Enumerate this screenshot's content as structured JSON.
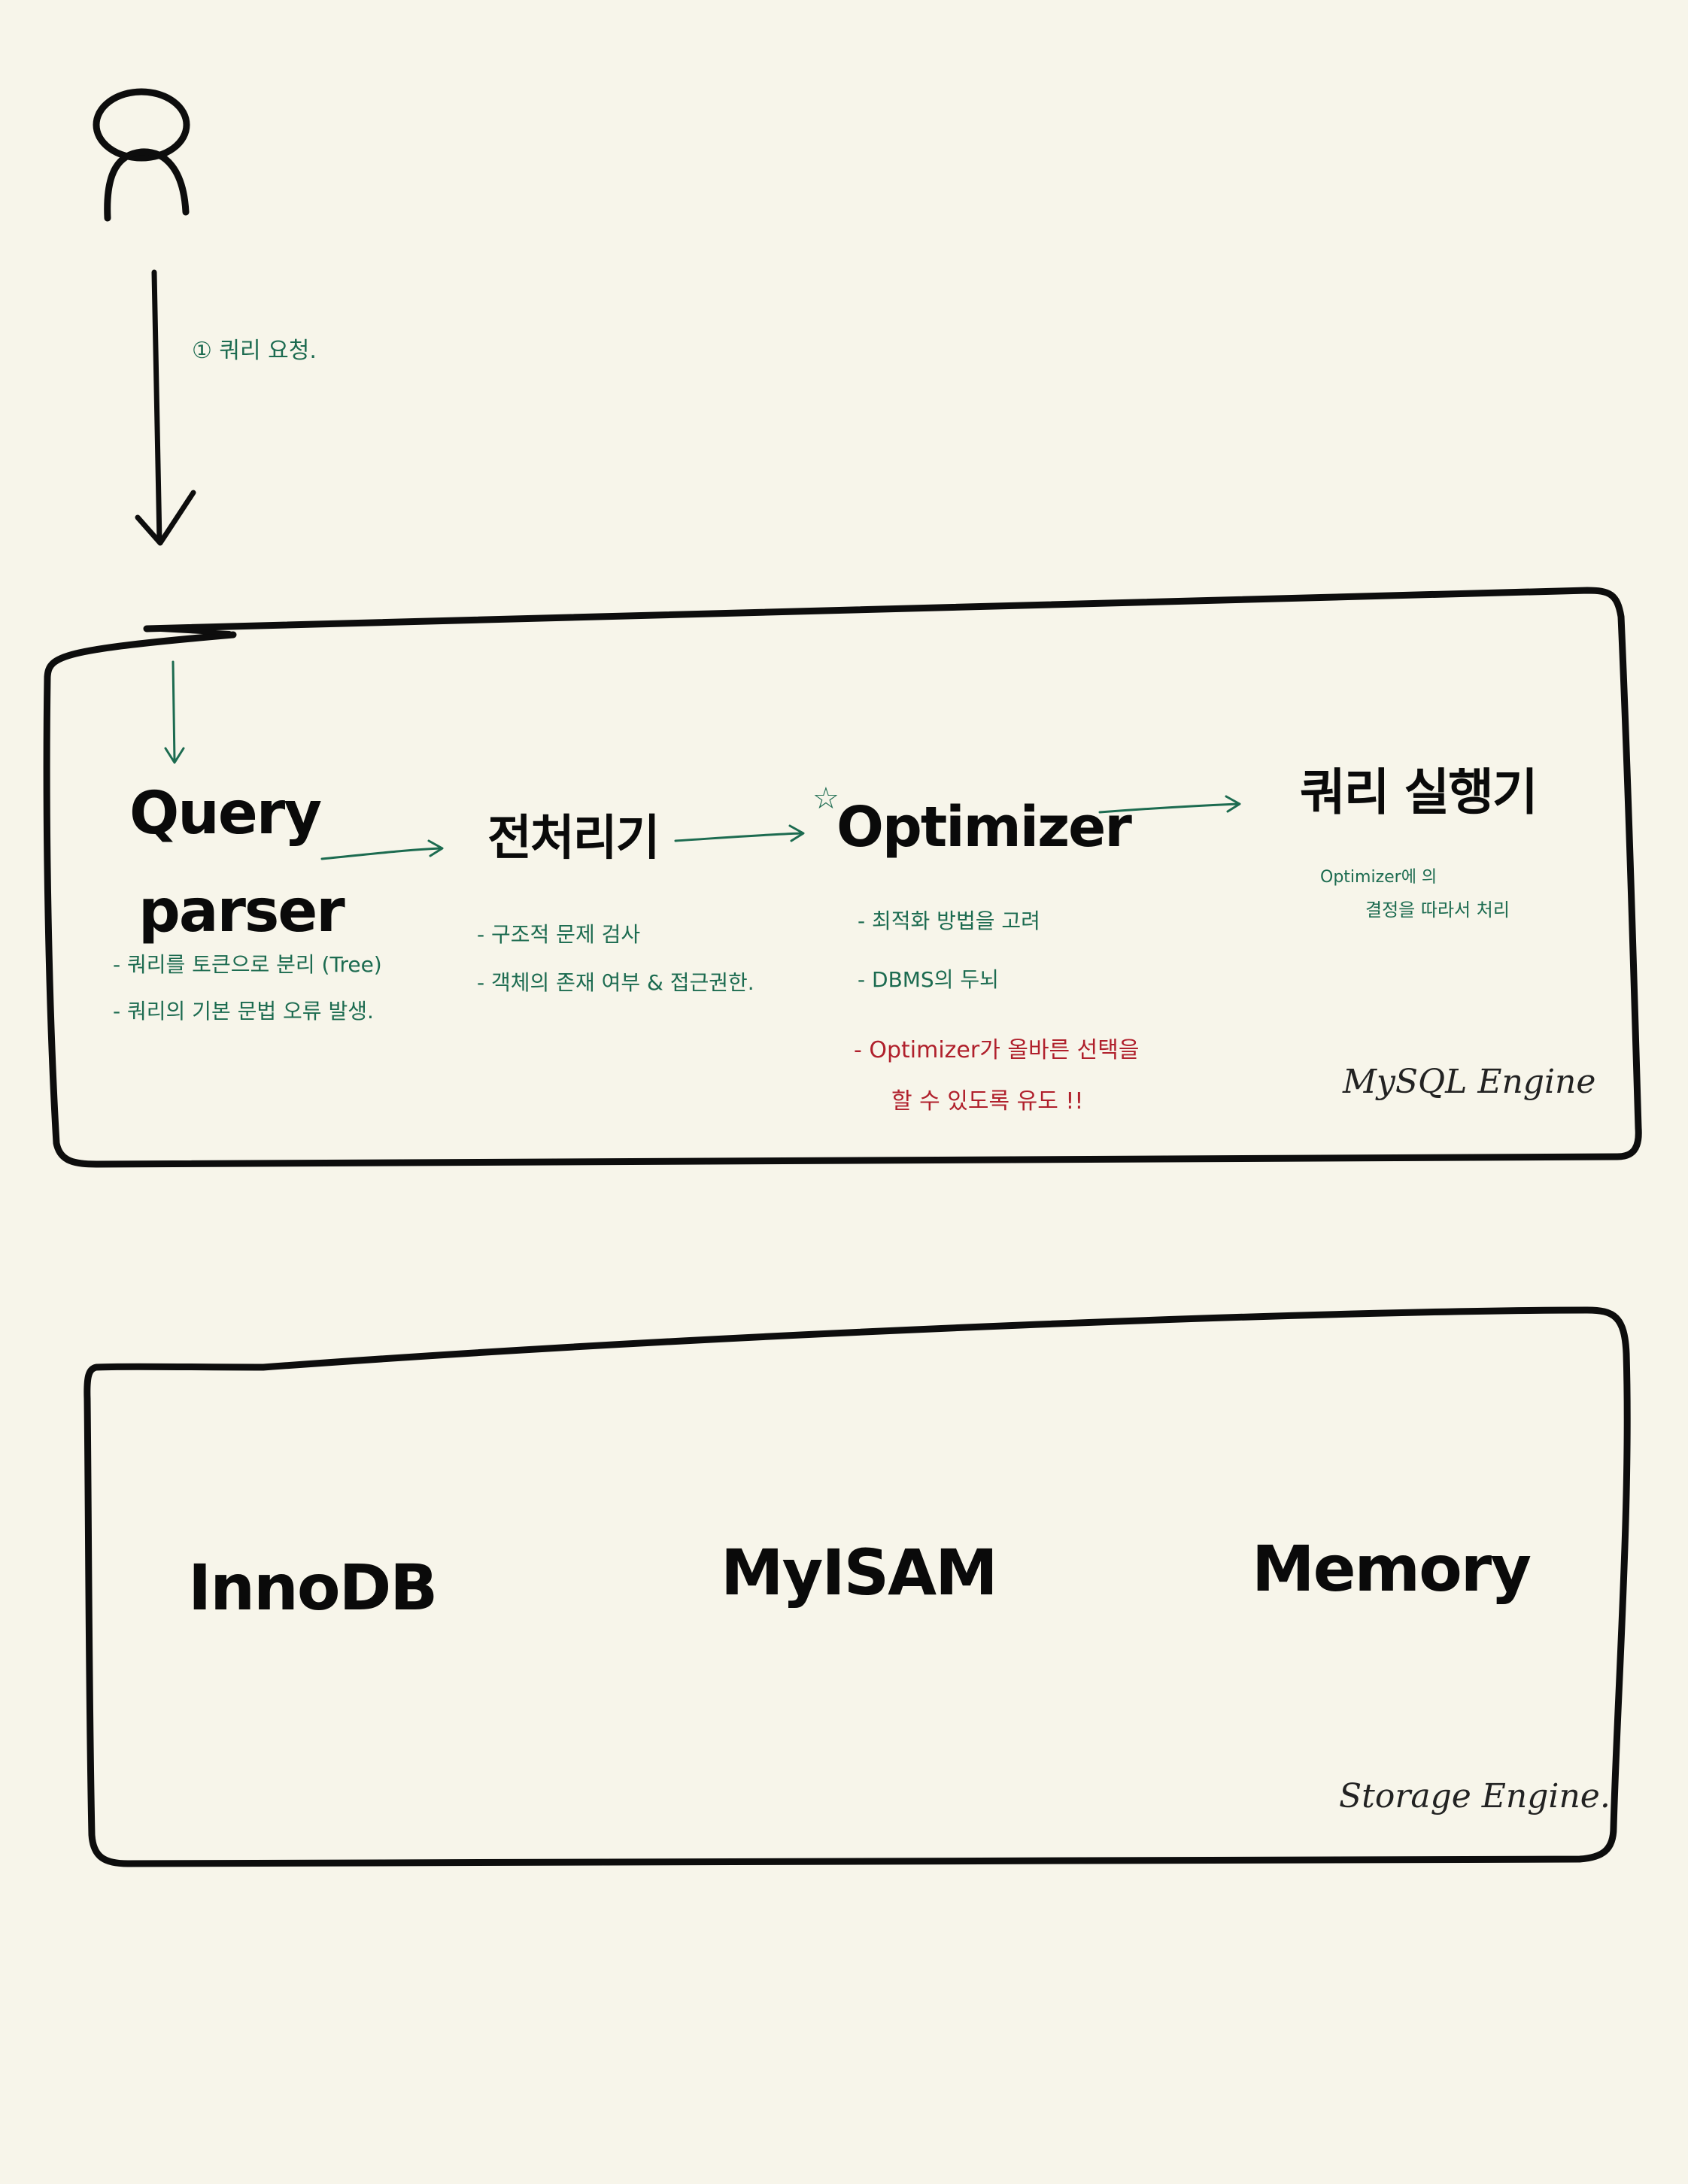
{
  "colors": {
    "background": "#f7f5ea",
    "ink": "#0d0d0d",
    "note_green": "#1c6b50",
    "warning_red": "#b0202c"
  },
  "icons": {
    "user": "person-icon",
    "star": "star-icon"
  },
  "request": {
    "label": "① 쿼리 요청."
  },
  "mysql_engine": {
    "label": "MySQL Engine",
    "query_parser": {
      "title_line1": "Query",
      "title_line2": "parser",
      "notes": [
        "- 쿼리를 토큰으로 분리 (Tree)",
        "- 쿼리의 기본 문법 오류 발생."
      ]
    },
    "preprocessor": {
      "title": "전처리기",
      "notes": [
        "- 구조적 문제 검사",
        "- 객체의 존재 여부 & 접근권한."
      ]
    },
    "optimizer": {
      "star": "☆",
      "title": "Optimizer",
      "notes": [
        "- 최적화 방법을 고려",
        "- DBMS의 두뇌"
      ],
      "warning_line1": "- Optimizer가 올바른 선택을",
      "warning_line2": "할 수 있도록 유도 !!"
    },
    "executor": {
      "title": "쿼리 실행기",
      "note_line1": "Optimizer에 의",
      "note_line2": "결정을 따라서 처리"
    }
  },
  "storage_engine": {
    "label": "Storage Engine.",
    "engines": [
      "InnoDB",
      "MyISAM",
      "Memory"
    ]
  }
}
